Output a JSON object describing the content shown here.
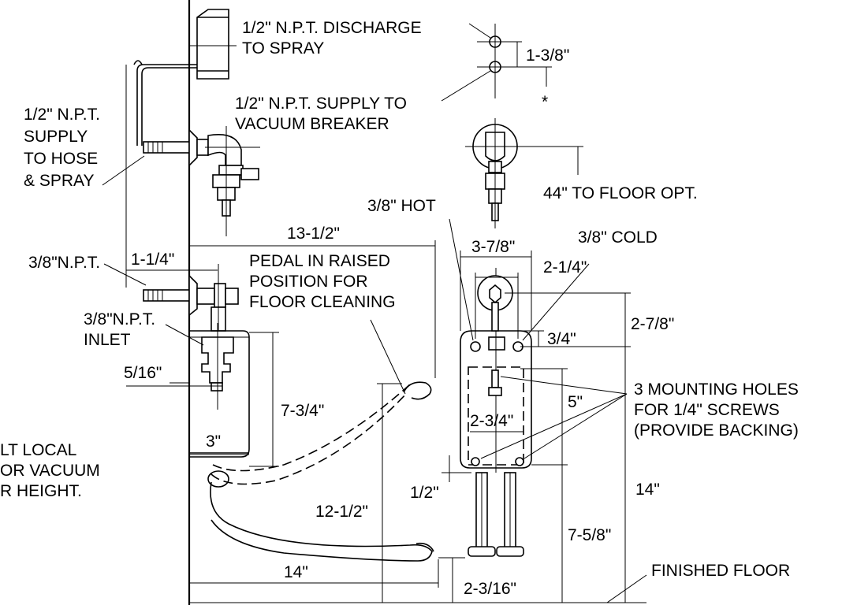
{
  "labels": {
    "discharge_l1": "1/2\" N.P.T. DISCHARGE",
    "discharge_l2": "TO SPRAY",
    "supply_vb_l1": "1/2\" N.P.T. SUPPLY TO",
    "supply_vb_l2": "VACUUM BREAKER",
    "supply_hose_l1": "1/2\" N.P.T.",
    "supply_hose_l2": "SUPPLY",
    "supply_hose_l3": "TO HOSE",
    "supply_hose_l4": "& SPRAY",
    "npt_38": "3/8\"N.P.T.",
    "inlet_l1": "3/8\"N.P.T.",
    "inlet_l2": "INLET",
    "pedal_l1": "PEDAL IN RAISED",
    "pedal_l2": "POSITION FOR",
    "pedal_l3": "FLOOR CLEANING",
    "hot": "3/8\" HOT",
    "cold": "3/8\" COLD",
    "floor_opt": "44\" TO FLOOR OPT.",
    "holes_l1": "3 MOUNTING HOLES",
    "holes_l2": "FOR 1/4\" SCREWS",
    "holes_l3": "(PROVIDE BACKING)",
    "local_l1": "LT LOCAL",
    "local_l2": "OR VACUUM",
    "local_l3": "R HEIGHT.",
    "finished_floor": "FINISHED FLOOR",
    "asterisk": "*"
  },
  "dimensions": {
    "d_1_3_8": "1-3/8\"",
    "d_13_1_2": "13-1/2\"",
    "d_1_1_4": "1-1/4\"",
    "d_5_16": "5/16\"",
    "d_7_3_4": "7-3/4\"",
    "d_3": "3\"",
    "d_12_1_2": "12-1/2\"",
    "d_14_bottom": "14\"",
    "d_2_3_16": "2-3/16\"",
    "d_3_7_8": "3-7/8\"",
    "d_2_1_4": "2-1/4\"",
    "d_2_7_8": "2-7/8\"",
    "d_3_4": "3/4\"",
    "d_5": "5\"",
    "d_2_3_4": "2-3/4\"",
    "d_1_2": "1/2\"",
    "d_14_right": "14\"",
    "d_7_5_8": "7-5/8\""
  }
}
